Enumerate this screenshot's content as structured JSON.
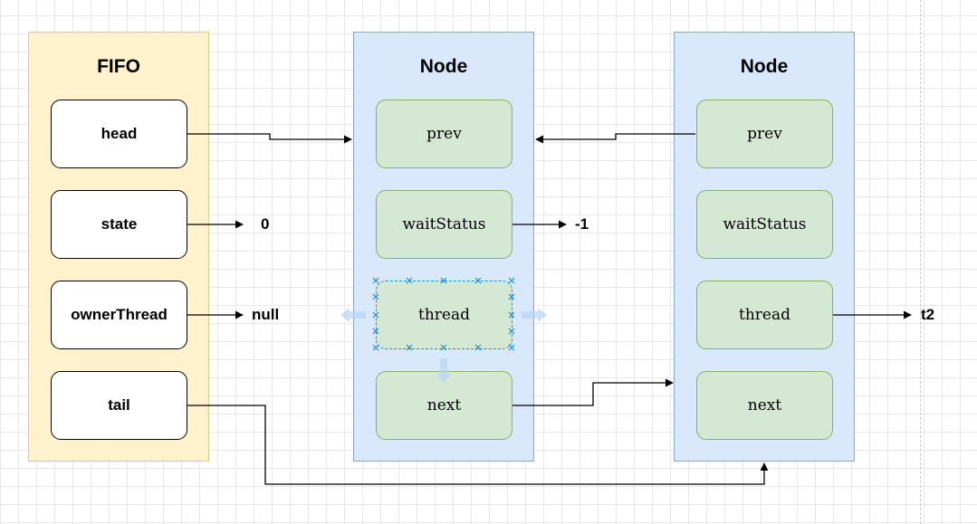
{
  "fifo": {
    "title": "FIFO",
    "fields": [
      "head",
      "state",
      "ownerThread",
      "tail"
    ]
  },
  "nodes": [
    {
      "title": "Node",
      "fields": [
        "prev",
        "waitStatus",
        "thread",
        "next"
      ]
    },
    {
      "title": "Node",
      "fields": [
        "prev",
        "waitStatus",
        "thread",
        "next"
      ]
    }
  ],
  "values": {
    "state": "0",
    "owner_thread": "null",
    "node1_wait_status": "-1",
    "node2_thread": "t2"
  },
  "colors": {
    "fifo_fill": "#fff2cc",
    "fifo_border": "#e6c983",
    "node_fill": "#dae8fc",
    "node_border": "#8aa6cc",
    "field_fill": "#d5e8d4",
    "field_border": "#82b366",
    "selection": "#1e90c8"
  }
}
